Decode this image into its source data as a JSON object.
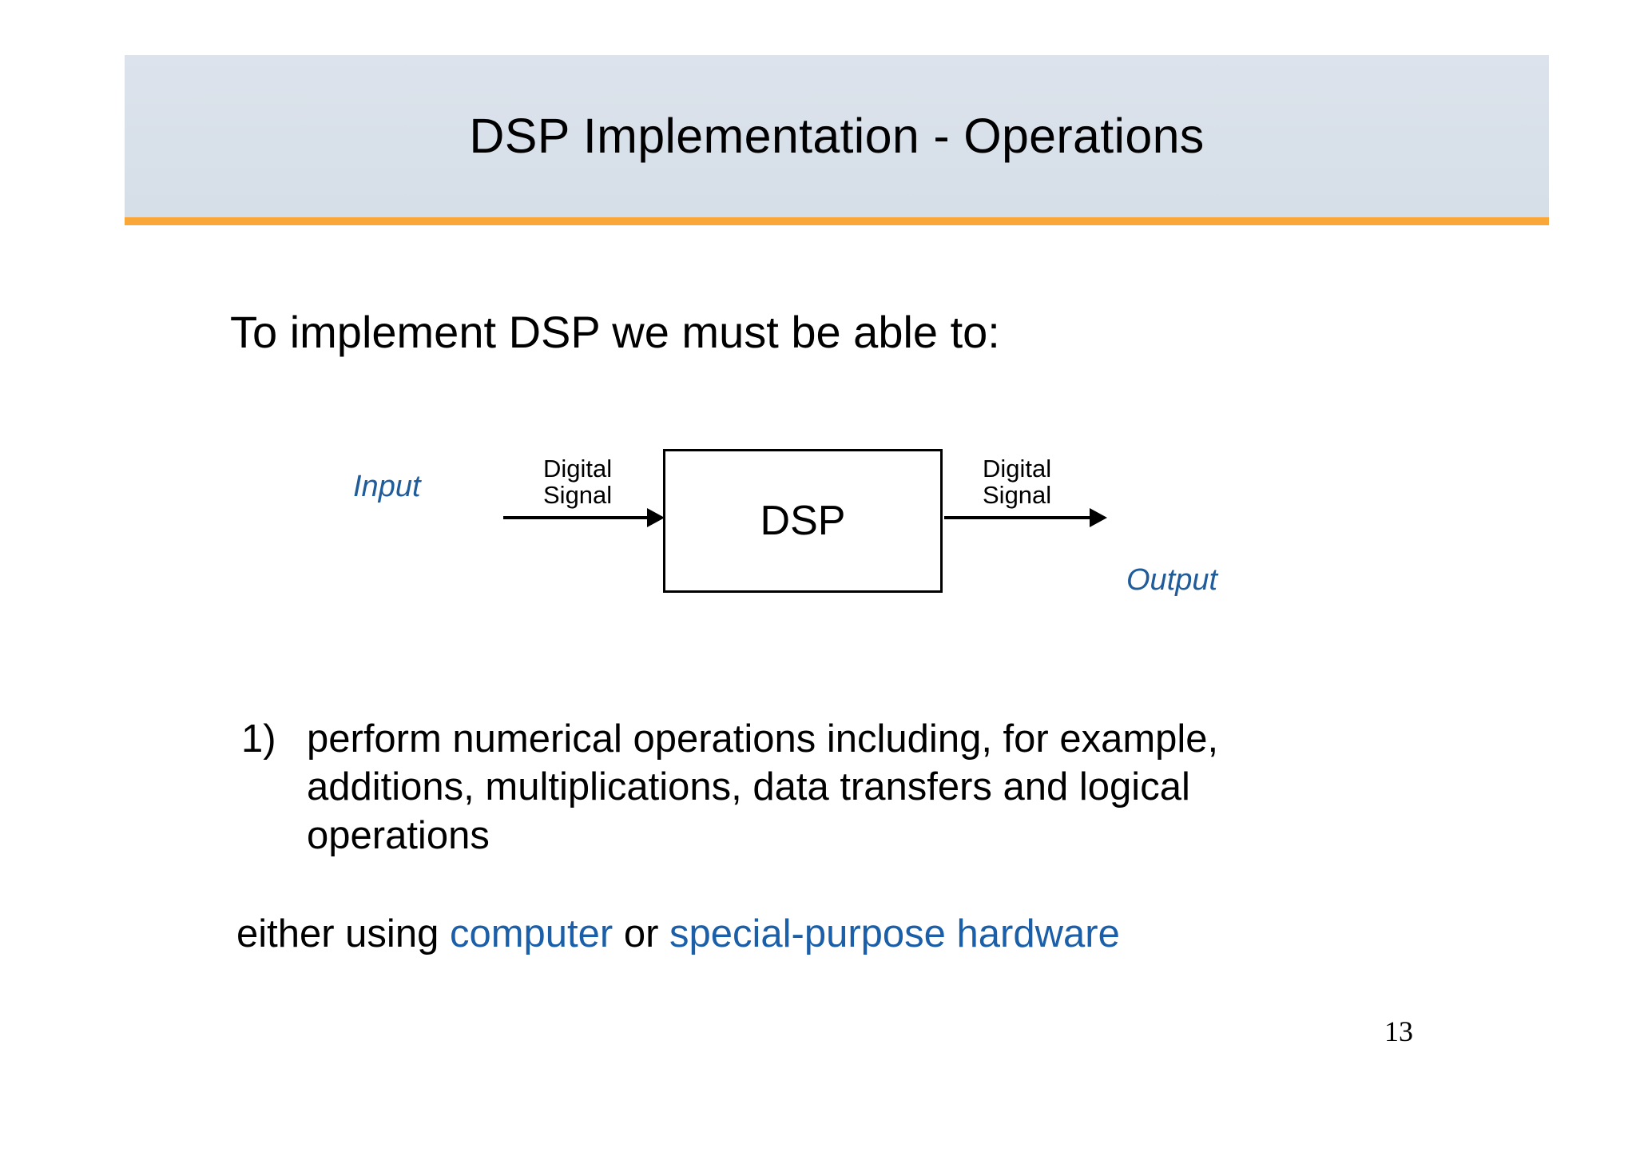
{
  "slide": {
    "title": "DSP Implementation - Operations",
    "lead": "To implement DSP we must be able to:",
    "page_number": "13",
    "colors": {
      "banner_bg": "#d8e0e9",
      "title_rule": "#f9a739",
      "accent_blue": "#1b5fa8",
      "diagram_label_blue": "#1f5c99",
      "text_black": "#000000",
      "page_bg": "#ffffff"
    }
  },
  "diagram": {
    "input_label": "Input",
    "output_label": "Output",
    "input_signal_line1": "Digital",
    "input_signal_line2": "Signal",
    "output_signal_line1": "Digital",
    "output_signal_line2": "Signal",
    "box_label": "DSP"
  },
  "list": {
    "items": [
      {
        "marker": "1)",
        "text": "perform numerical operations including, for example, additions, multiplications, data transfers and logical operations"
      }
    ]
  },
  "closing": {
    "prefix": "either using ",
    "highlight_1": "computer",
    "middle": " or ",
    "highlight_2": "special-purpose hardware"
  }
}
